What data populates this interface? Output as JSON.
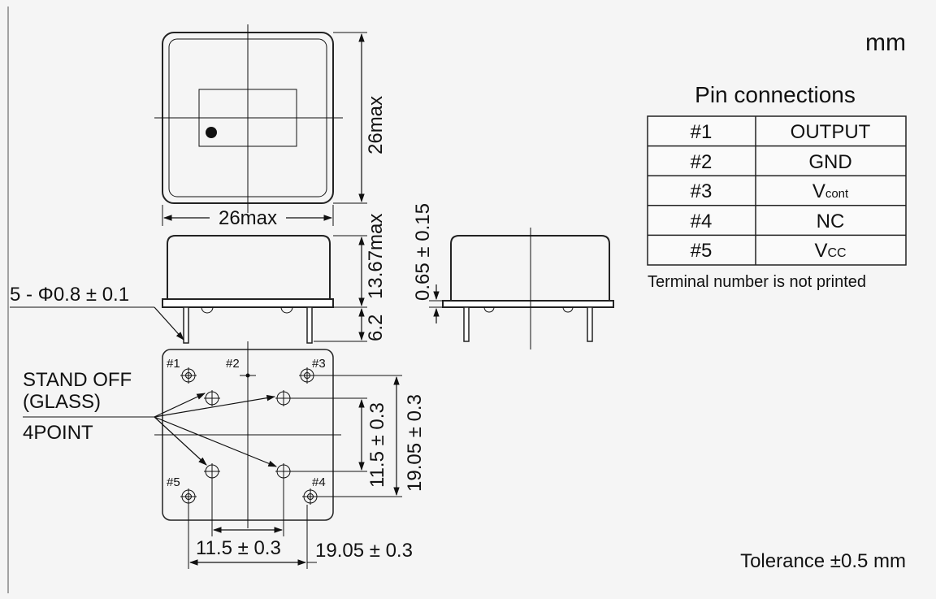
{
  "unit_label": "mm",
  "pin_table": {
    "title": "Pin connections",
    "rows": [
      {
        "pin": "#1",
        "function": "OUTPUT"
      },
      {
        "pin": "#2",
        "function": "GND"
      },
      {
        "pin": "#3",
        "function": "V",
        "sub": "cont"
      },
      {
        "pin": "#4",
        "function": "NC"
      },
      {
        "pin": "#5",
        "function": "V",
        "sub": "CC"
      }
    ],
    "note": "Terminal number is not printed"
  },
  "dimensions": {
    "top_height": "26max",
    "top_width": "26max",
    "body_height": "13.67max",
    "pin_length": "6.2",
    "pin_diameter": "5 - Φ0.8 ± 0.1",
    "side_offset": "0.65 ± 0.15",
    "inner_vertical": "11.5 ± 0.3",
    "outer_vertical": "19.05 ± 0.3",
    "inner_horizontal": "11.5 ± 0.3",
    "outer_horizontal": "19.05 ± 0.3"
  },
  "standoff_label": {
    "line1": "STAND OFF",
    "line2": "(GLASS)",
    "line3": "4POINT"
  },
  "pin_labels": [
    "#1",
    "#2",
    "#3",
    "#4",
    "#5"
  ],
  "tolerance": "Tolerance ±0.5 mm"
}
